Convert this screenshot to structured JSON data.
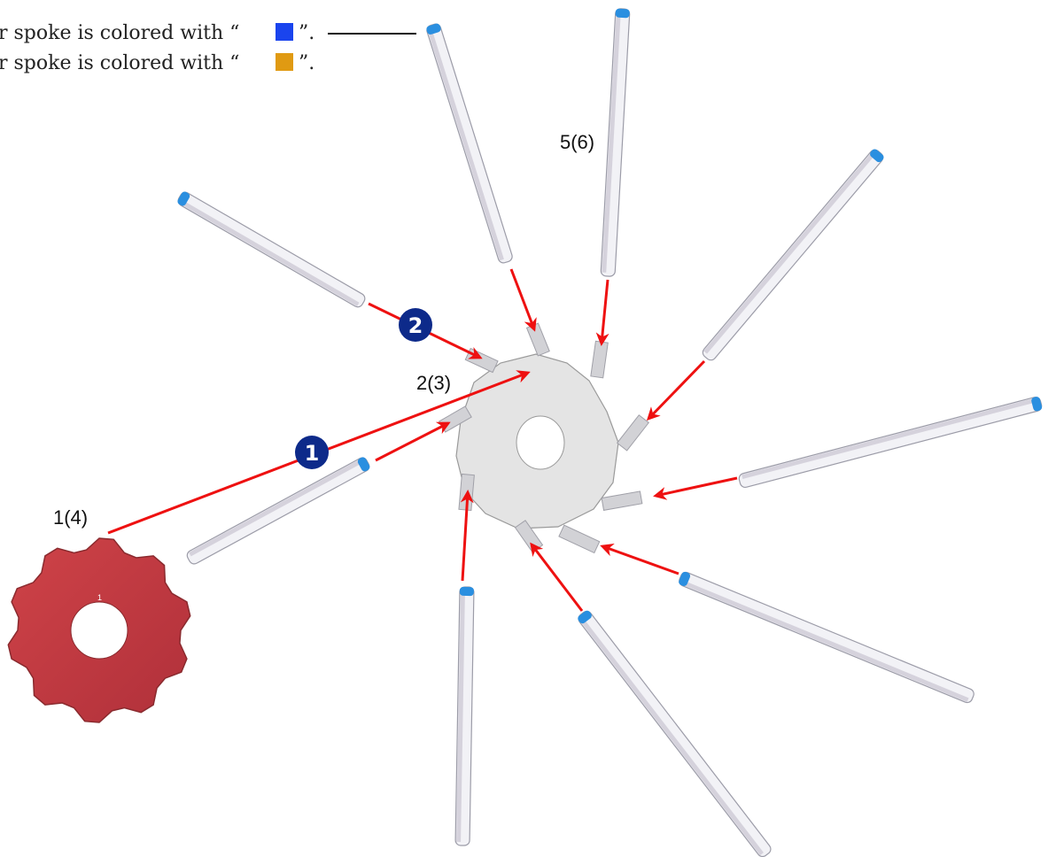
{
  "legend": {
    "line1_text": "r spoke is colored with “",
    "line1_end": "”.",
    "line1_color": "#1a44ee",
    "line2_text": "r spoke is colored with “",
    "line2_end": "”.",
    "line2_color": "#e09a12"
  },
  "labels": {
    "red_hub": "1(4)",
    "grey_hub": "2(3)",
    "spoke": "5(6)",
    "red_hub_mark": "1"
  },
  "steps": [
    {
      "number": "1",
      "color": "#0d2a8a"
    },
    {
      "number": "2",
      "color": "#0d2a8a"
    }
  ],
  "colors": {
    "arrow": "#ee1111",
    "red_hub": "#c23a3e",
    "grey_hub": "#e4e4e4",
    "spoke_tip": "#2a8fe0"
  }
}
